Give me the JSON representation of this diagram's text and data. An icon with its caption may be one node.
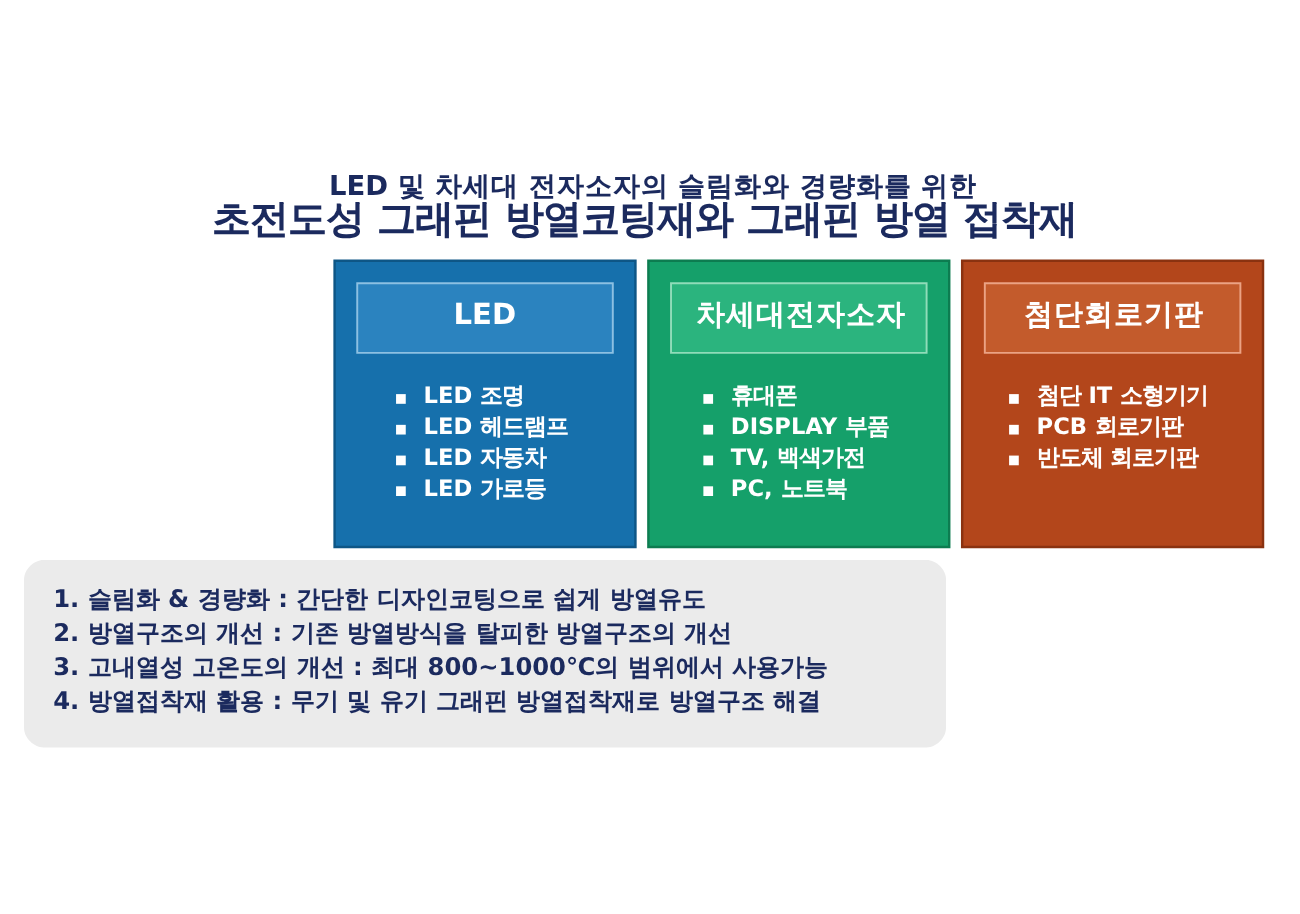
{
  "diagram": {
    "title": "LED 및 차세대 전자소자의 슬림화와 경량화를 위한 초전도성 그래핀 방열코팅재와 그래핀 방열 접착재",
    "nodes": [
      {
        "text": [
          "LED 조명",
          "LED 헤드램프",
          "LED 자동차",
          "LED 가로등"
        ]
      },
      {
        "text": [
          "LED"
        ],
        "in": 0
      },
      {
        "text": [
          "휴대폰",
          "DISPLAY 부품",
          "TV, 백색가전",
          "PC, 노트북"
        ]
      },
      {
        "text": [
          "차세대전자소자"
        ],
        "in": 2
      },
      {
        "text": [
          "첨단 IT 소형기기",
          "PCB 회로기판",
          "반도체 회로기판"
        ]
      },
      {
        "text": [
          "첨단회로기판"
        ],
        "in": 4
      }
    ],
    "labels": [
      "1. 슬림화 & 경량화 : 간단한 디자인코팅으로 쉽게 방열유도",
      "2. 방열구조의 개선 : 기존 방열방식을 탈피한 방열구조의 개선",
      "3. 고내열성 고온도의 개선 : 최대 800~1000℃의 범위에서 사용가능",
      "4. 방열접착재 활용 : 무기 및 유기 그래핀 방열접착재로 방열구조 해결"
    ]
  }
}
